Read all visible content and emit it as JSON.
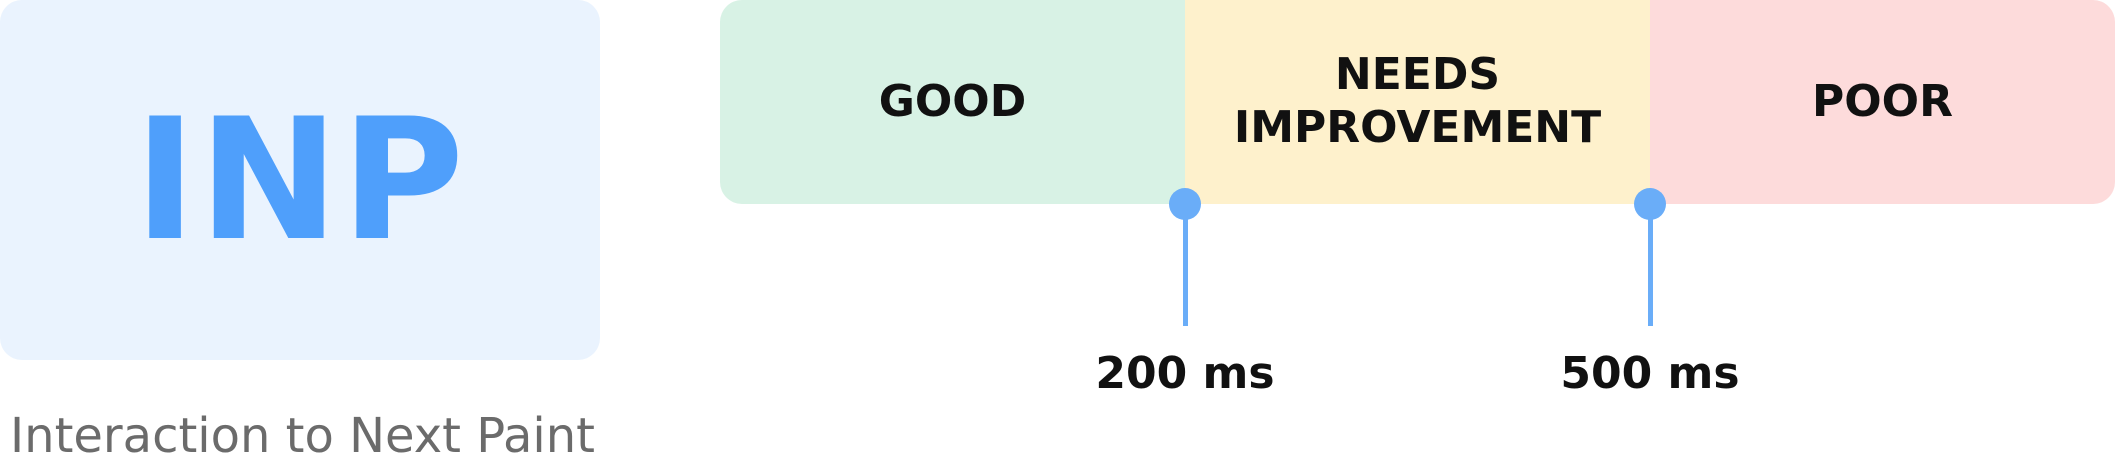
{
  "metric": {
    "abbreviation": "INP",
    "full_name": "Interaction to Next Paint"
  },
  "scale": {
    "segments": [
      {
        "label": "GOOD",
        "color": "#d8f2e5"
      },
      {
        "label_line1": "NEEDS",
        "label_line2": "IMPROVEMENT",
        "color": "#fef1cc"
      },
      {
        "label": "POOR",
        "color": "#fddbdb"
      }
    ],
    "thresholds": [
      {
        "label": "200 ms"
      },
      {
        "label": "500 ms"
      }
    ],
    "marker_color": "#6aadf8"
  },
  "colors": {
    "accent": "#4f9ffb",
    "card_background": "#eaf3fe",
    "caption": "#6b6b6b"
  }
}
